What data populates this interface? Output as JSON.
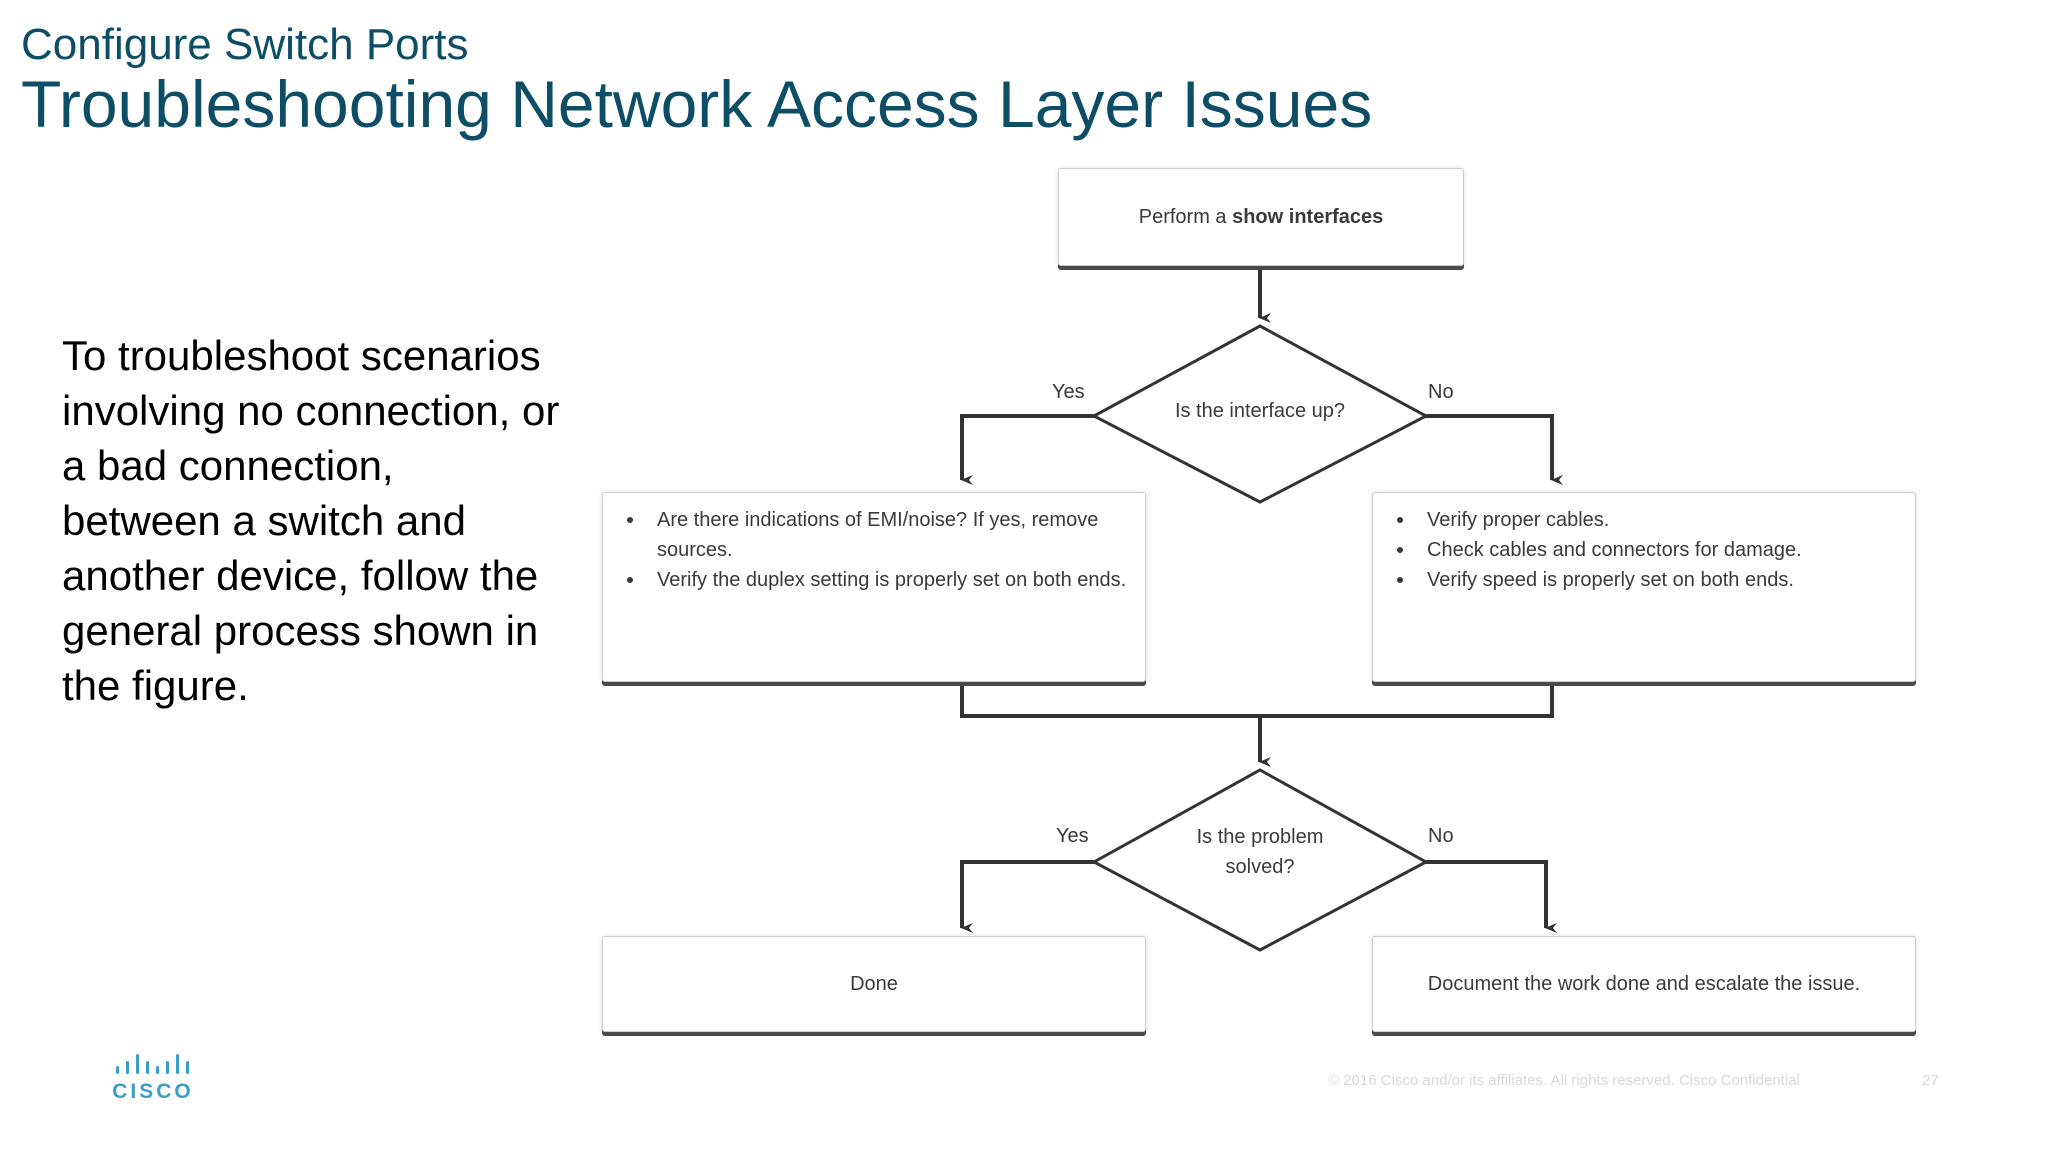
{
  "header": {
    "subtitle": "Configure Switch Ports",
    "title": "Troubleshooting Network Access Layer Issues"
  },
  "body": {
    "text": "To troubleshoot scenarios involving no connection, or a bad connection, between a switch and another device, follow the general process shown in the figure."
  },
  "flowchart": {
    "start": {
      "prefix": "Perform a ",
      "command": "show interfaces"
    },
    "decision1": {
      "question": "Is the interface up?",
      "yes": "Yes",
      "no": "No"
    },
    "yes_box": {
      "items": [
        "Are there indications of EMI/noise? If yes, remove sources.",
        "Verify the duplex setting is properly set on both ends."
      ]
    },
    "no_box": {
      "items": [
        "Verify proper cables.",
        "Check cables and connectors for damage.",
        "Verify speed is properly set on both ends."
      ]
    },
    "decision2": {
      "question": "Is the problem solved?",
      "yes": "Yes",
      "no": "No"
    },
    "done": "Done",
    "escalate": "Document the work done and escalate the issue."
  },
  "footer": {
    "logo_text": "CISCO",
    "copyright": "© 2016  Cisco and/or its affiliates. All rights reserved.   Cisco Confidential",
    "page": "27"
  },
  "colors": {
    "title": "#0d4d66",
    "logo": "#3a9ec6",
    "connector": "#333333"
  }
}
